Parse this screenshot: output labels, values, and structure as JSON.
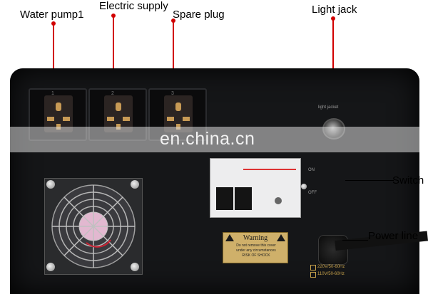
{
  "labels": {
    "water_pump": "Water  pump1",
    "electric_supply": "Electric  supply",
    "spare_plug": "Spare  plug",
    "light_jack": "Light  jack",
    "switch": "Switch",
    "power_line": "Power  line"
  },
  "panel": {
    "light_jack_caption": "light jacket",
    "switch_on": "ON",
    "switch_off": "OFF",
    "socket_numbers": [
      "1",
      "2",
      "3"
    ]
  },
  "warning_plate": {
    "title": "Warning",
    "line1": "Do not remove this cover",
    "line2": "under any circumstances",
    "line3": "RISK OF SHOCK"
  },
  "voltage_selector": {
    "option1": "220V/50-60Hz",
    "option2": "110V/50-60Hz"
  },
  "watermark": "en.china.cn",
  "colors": {
    "leader_line": "#d10000",
    "panel": "#151618",
    "watermark_band": "#dcdcdc"
  }
}
